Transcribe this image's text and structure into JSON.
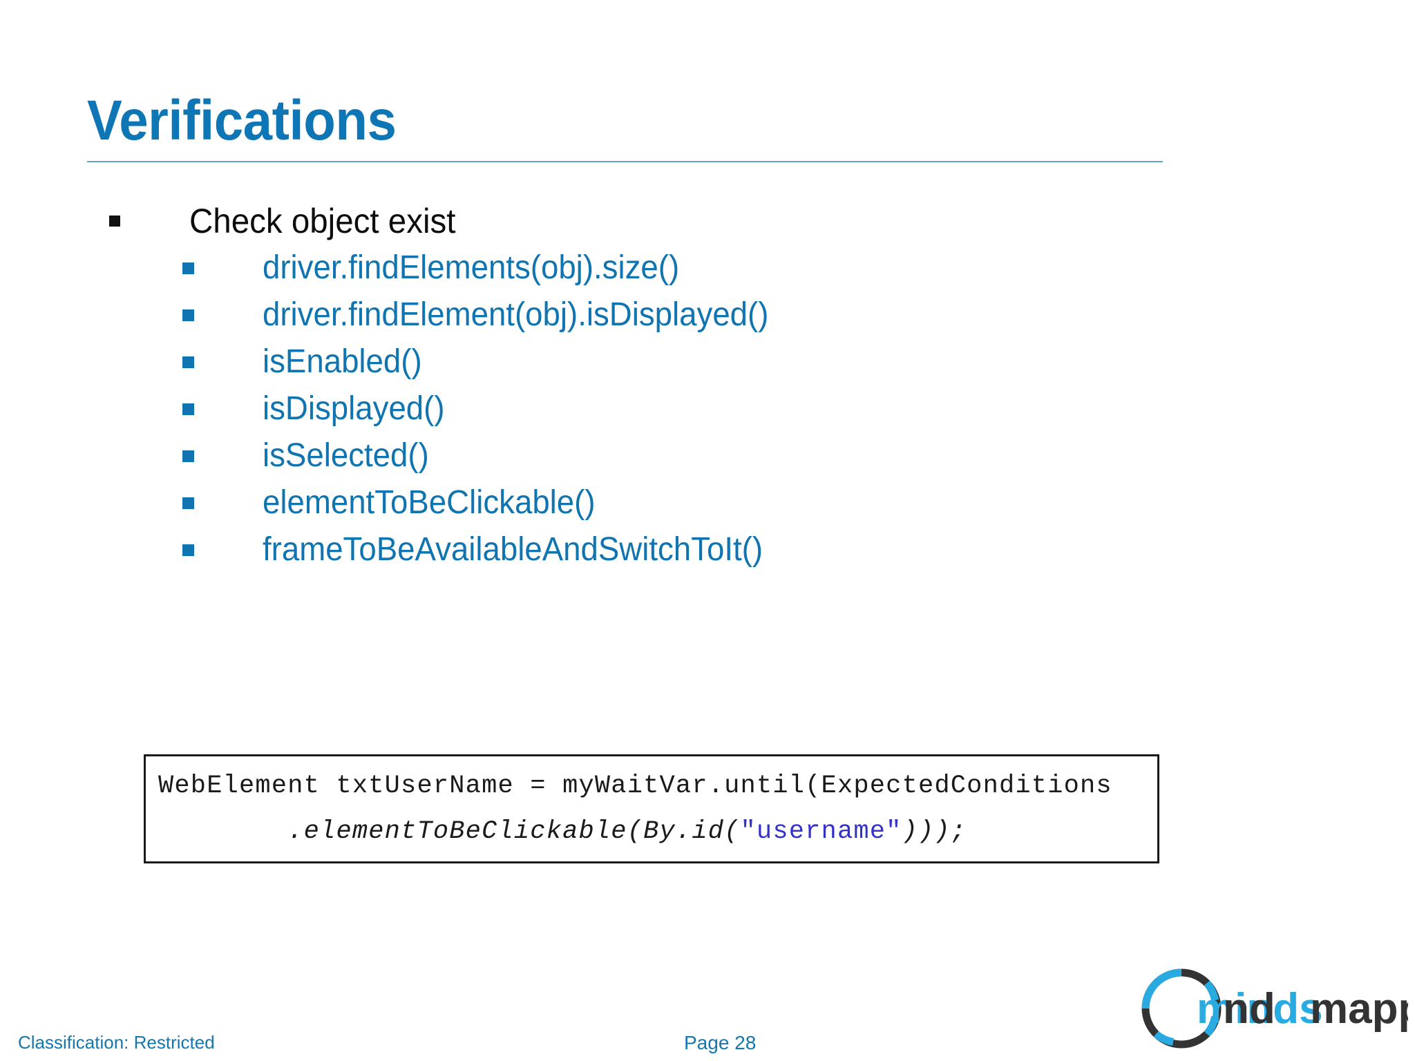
{
  "slide": {
    "title": "Verifications",
    "theme": {
      "title_color": "#0E76B5",
      "rule_color": "#5BA3CE",
      "accent_blue": "#1074B0",
      "body_black": "#0D0D0D",
      "footer_blue": "#1477AE",
      "logo_dark": "#333333",
      "logo_cyan": "#29ABE2",
      "code_string_color": "#3333CC"
    },
    "bullets": {
      "level1": [
        {
          "text": "Check object exist"
        }
      ],
      "level2": [
        {
          "text": "driver.findElements(obj).size()"
        },
        {
          "text": "driver.findElement(obj).isDisplayed()"
        },
        {
          "text": "isEnabled()"
        },
        {
          "text": "isDisplayed()"
        },
        {
          "text": "isSelected()"
        },
        {
          "text": "elementToBeClickable()"
        },
        {
          "text": "frameToBeAvailableAndSwitchToIt()"
        }
      ]
    },
    "code_box": {
      "line1": "WebElement txtUserName = myWaitVar.until(ExpectedConditions",
      "line2_prefix": "        .elementToBeClickable(By.id(",
      "line2_string": "\"username\"",
      "line2_suffix": ")));"
    },
    "footer": {
      "classification": "Classification: Restricted",
      "page": "Page 28"
    },
    "logo": {
      "word_part1": "minds",
      "word_part2": "mapped",
      "alt": "mindsmapped"
    }
  }
}
